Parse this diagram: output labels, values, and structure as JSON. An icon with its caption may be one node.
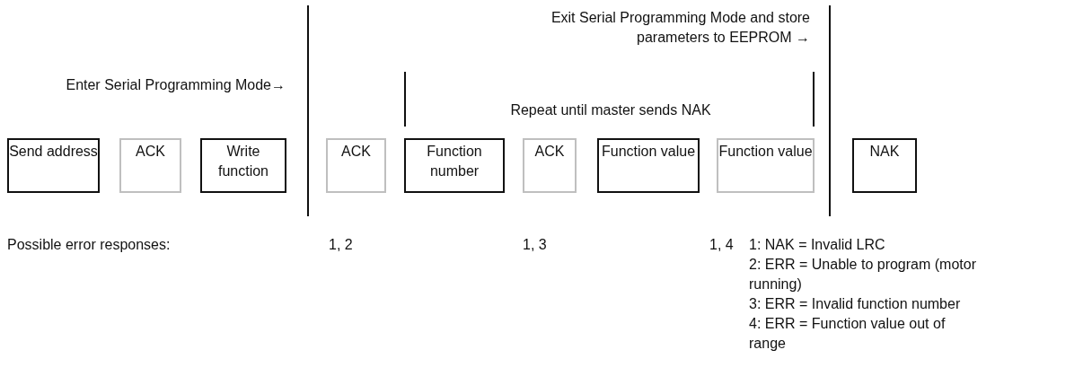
{
  "diagram": {
    "nodes": [
      {
        "text": [
          "Send address"
        ]
      },
      {
        "text": [
          "ACK"
        ]
      },
      {
        "text": [
          "Write function"
        ]
      },
      {
        "text": [
          "ACK"
        ]
      },
      {
        "text": [
          "Function number"
        ]
      },
      {
        "text": [
          "ACK"
        ]
      },
      {
        "text": [
          "Function value"
        ]
      },
      {
        "text": [
          "Function value"
        ]
      },
      {
        "text": [
          "NAK"
        ]
      }
    ],
    "edges": [],
    "labels": [
      "Exit Serial Programming Mode and store parameters to EEPROM →",
      "Enter Serial Programming Mode→",
      "Repeat until master sends NAK",
      "Possible error responses:",
      "1, 2",
      "1, 3",
      "1, 4",
      "1: NAK = Invalid LRC",
      "2: ERR = Unable to program (motor running)",
      "3: ERR = Invalid function number",
      "4: ERR = Function value out of range"
    ]
  }
}
